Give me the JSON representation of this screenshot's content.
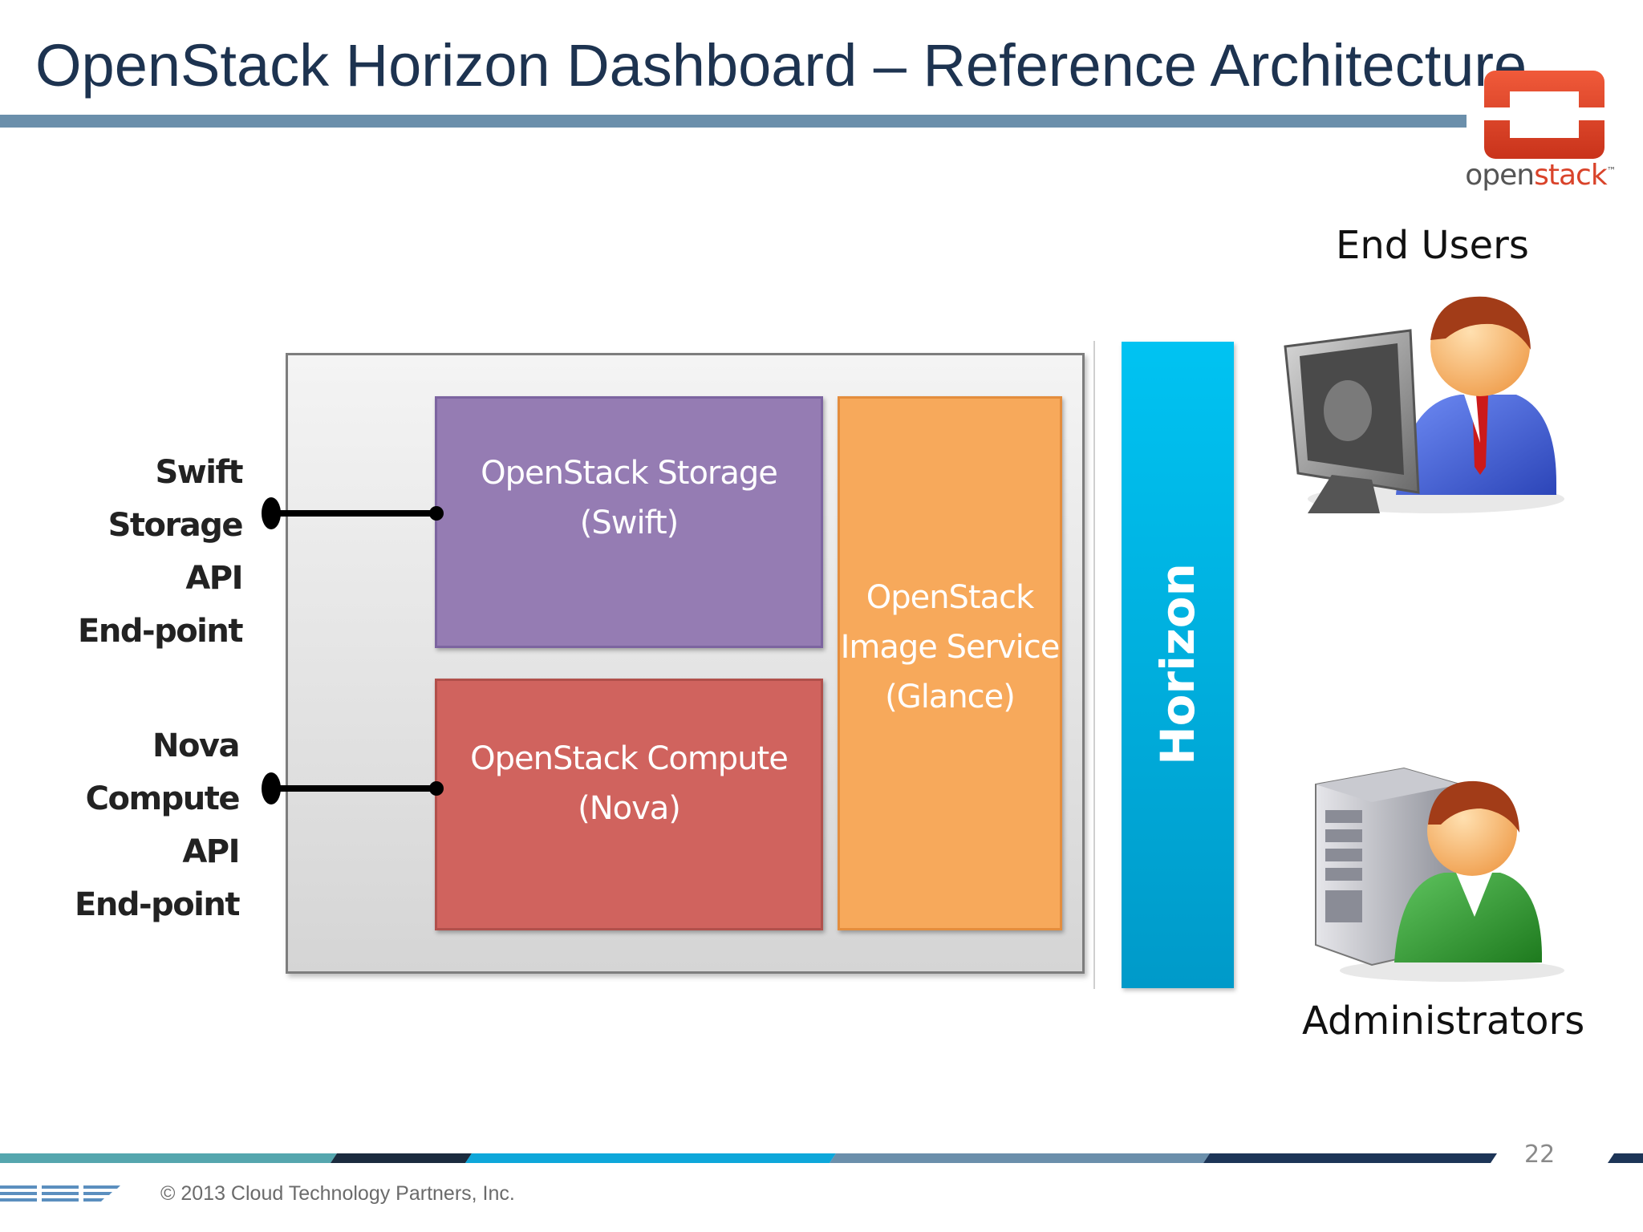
{
  "slide": {
    "title": "OpenStack Horizon Dashboard – Reference Architecture",
    "page_number": "22",
    "copyright": "© 2013 Cloud Technology Partners, Inc."
  },
  "logo": {
    "text_prefix": "open",
    "text_highlight": "stack",
    "trademark": "™",
    "color": "#d9432a"
  },
  "diagram": {
    "api_endpoints": [
      {
        "line1": "Swift Storage",
        "line2": "API",
        "line3": "End-point"
      },
      {
        "line1": "Nova Compute",
        "line2": "API",
        "line3": "End-point"
      }
    ],
    "services": [
      {
        "line1": "OpenStack Storage",
        "line2": "(Swift)",
        "color": "#957cb3"
      },
      {
        "line1": "OpenStack Compute",
        "line2": "(Nova)",
        "color": "#d0635e"
      },
      {
        "line1": "OpenStack",
        "line2": "Image Service",
        "line3": "(Glance)",
        "color": "#f7a95b"
      }
    ],
    "horizon": {
      "label": "Horizon",
      "color": "#00aee0"
    },
    "users": [
      {
        "label": "End Users",
        "icon": "user-at-computer-icon"
      },
      {
        "label": "Administrators",
        "icon": "admin-with-server-icon"
      }
    ]
  },
  "colors": {
    "title": "#1d3350",
    "title_rule": "#6b8fab"
  }
}
